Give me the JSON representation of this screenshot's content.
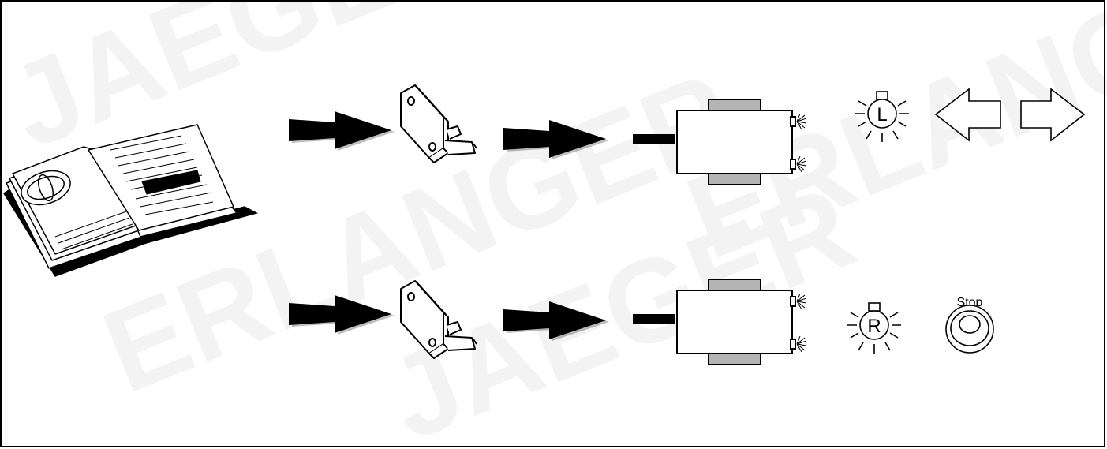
{
  "watermark": {
    "words": [
      "JAEGER",
      "ERLANGER",
      "JAEGER",
      "ERLANGER"
    ]
  },
  "row_top": {
    "bulb_letter": "L"
  },
  "row_bottom": {
    "bulb_letter": "R",
    "stop_label": "Stop"
  },
  "colors": {
    "ink": "#000000",
    "relay_band": "#b4b4b4",
    "watermark": "#f3f3f3"
  },
  "icons": [
    "service-manual-icon",
    "arrow-icon",
    "fuse-icon",
    "relay-icon",
    "bulb-icon",
    "turn-signal-left-icon",
    "turn-signal-right-icon",
    "stop-button-icon"
  ]
}
